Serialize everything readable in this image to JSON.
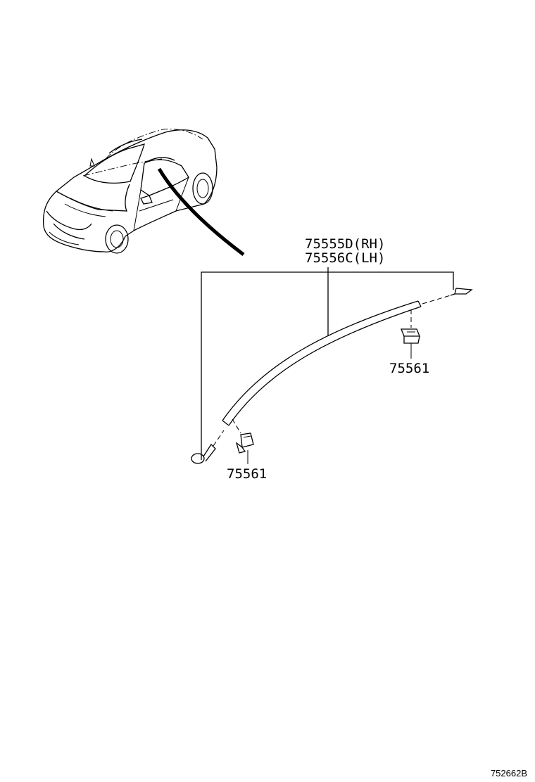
{
  "diagram": {
    "part_labels": {
      "molding_rh": "75555D(RH)",
      "molding_lh": "75556C(LH)",
      "clip_upper": "75561",
      "clip_lower": "75561"
    },
    "reference_code": "752662B"
  }
}
